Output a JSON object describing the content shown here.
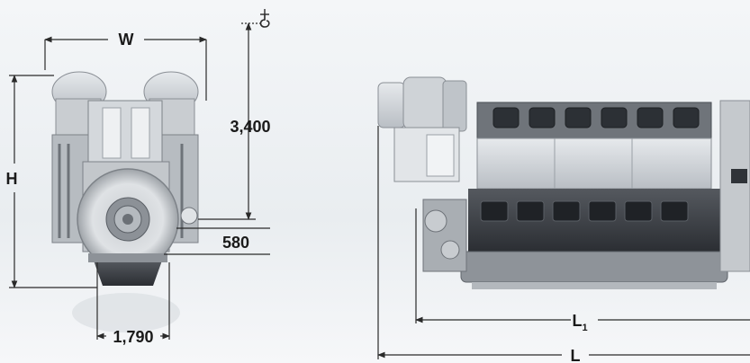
{
  "dimensions": {
    "width_label": "W",
    "height_label": "H",
    "lift_height": "3,400",
    "side_offset": "580",
    "base_width": "1,790",
    "length_inner_main": "L",
    "length_inner_sub": "1",
    "length_total": "L"
  },
  "icons": {
    "lifting_hook": "crane-hook-icon"
  },
  "colors": {
    "background": "#eef1f4",
    "engine_light": "#d9dde1",
    "engine_dark": "#3a3f45",
    "dimension_line": "#2a2a2a",
    "label_text": "#1a1a1a"
  }
}
